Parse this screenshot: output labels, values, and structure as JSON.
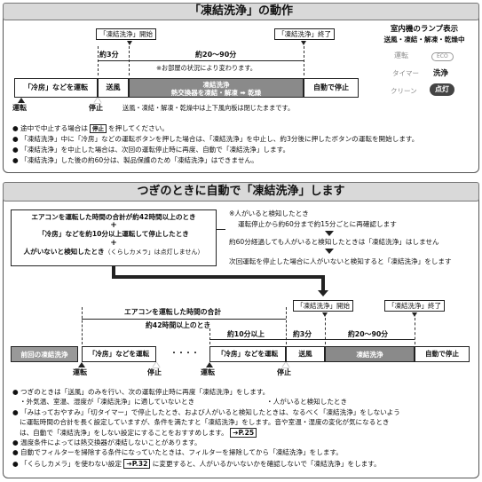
{
  "section1": {
    "title": "「凍結洗浄」の動作",
    "tag_start": "「凍結洗浄」開始",
    "tag_end": "「凍結洗浄」終了",
    "dur_3min": "約3分",
    "dur_20_90": "約20〜90分",
    "note_varies": "※お部屋の状況により変わります。",
    "stage_cooling": "「冷房」などを運転",
    "stage_fan": "送風",
    "stage_wash_title": "凍結洗浄",
    "stage_wash_sub": "熱交換器を凍結・解凍 ➡ 乾燥",
    "stage_stop": "自動で停止",
    "label_run": "運転",
    "label_stop": "停止",
    "note_flap": "送風・凍結・解凍・乾燥中は上下風向板は閉じたままです。",
    "bullets": [
      "途中で中止する場合は",
      "を押してください。",
      "「凍結洗浄」中に「冷房」などの運転ボタンを押した場合は、「凍結洗浄」を中止し、約3分後に押したボタンの運転を開始します。",
      "「凍結洗浄」を中止した場合は、次回の運転停止時に再度、自動で「凍結洗浄」します。",
      "「凍結洗浄」した後の約60分は、製品保護のため「凍結洗浄」はできません。"
    ],
    "stop_key": "停止",
    "lamp": {
      "title": "室内機のランプ表示",
      "subtitle": "送風・凍結・解凍・乾燥中",
      "l1": "運転",
      "l2": "ECO",
      "l3": "タイマー",
      "l4": "洗浄",
      "l5": "クリーン",
      "l6": "点灯"
    }
  },
  "section2": {
    "title": "つぎのときに自動で「凍結洗浄」します",
    "cond1": "エアコンを運転した時間の合計が約42時間以上のとき",
    "cond2": "「冷房」などを約10分以上運転して停止したとき",
    "cond3": "人がいないと検知したとき",
    "cond3_sub": "（くらしカメラ」は点灯しません）",
    "plus": "+",
    "person_title": "※人がいると検知したとき",
    "person_l1": "運転停止から約60分まで約15分ごとに再確認します",
    "person_l2": "約60分経過しても人がいると検知したときは「凍結洗浄」はしません",
    "person_l3": "次回運転を停止した場合に人がいないと検知すると「凍結洗浄」をします",
    "tag_start": "「凍結洗浄」開始",
    "tag_end": "「凍結洗浄」終了",
    "total_hours": "エアコンを運転した時間の合計",
    "approx42": "約42時間以上のとき",
    "ten_min": "約10分以上",
    "three_min": "約3分",
    "twenty_ninety": "約20〜90分",
    "dots": "・・・・",
    "stage_prev": "前回の凍結洗浄",
    "stage_cool1": "「冷房」などを運転",
    "stage_cool2": "「冷房」などを運転",
    "stage_fan": "送風",
    "stage_wash": "凍結洗浄",
    "stage_stop": "自動で停止",
    "run1": "運転",
    "stop1": "停止",
    "run2": "運転",
    "stop2": "停止",
    "bullets": [
      "つぎのときは「送風」のみを行い、次の運転停止時に再度「凍結洗浄」をします。",
      "・外気温、室温、湿度が「凍結洗浄」に適していないとき",
      "・人がいると検知したとき",
      "「みはっておやすみ」「切タイマー」で停止したとき、および人がいると検知したときは、なるべく「凍結洗浄」をしないよう",
      "に運転時間の合計を長く設定していますが、条件を満たすと「凍結洗浄」をします。音や室温・湿度の変化が気になるとき",
      "は、自動で「凍結洗浄」をしない設定にすることをおすすめします。",
      "P.25",
      "温度条件によっては熱交換器が凍結しないことがあります。",
      "自動でフィルターを掃除する条件になっていたときは、フィルターを掃除してから「凍結洗浄」をします。",
      "「くらしカメラ」を使わない設定",
      "P.32",
      "に変更すると、人がいるかいないかを確認しないで「凍結洗浄」をします。"
    ]
  }
}
